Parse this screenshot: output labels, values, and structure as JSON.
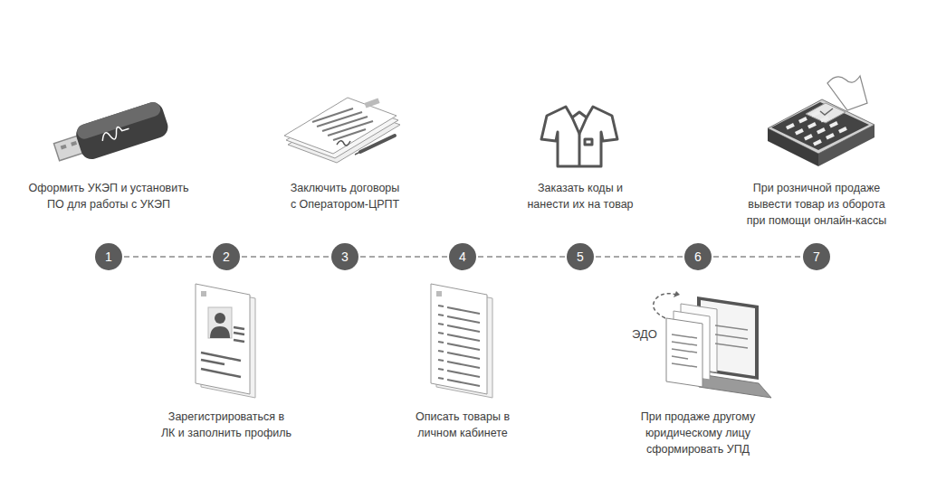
{
  "diagram": {
    "nodes": [
      {
        "text": [
          "1"
        ]
      },
      {
        "text": [
          "2"
        ]
      },
      {
        "text": [
          "3"
        ]
      },
      {
        "text": [
          "4"
        ]
      },
      {
        "text": [
          "5"
        ]
      },
      {
        "text": [
          "6"
        ]
      },
      {
        "text": [
          "7"
        ]
      }
    ],
    "edges": [
      {
        "from": 0,
        "to": 1,
        "arrow": "none"
      },
      {
        "from": 1,
        "to": 2,
        "arrow": "none"
      },
      {
        "from": 2,
        "to": 3,
        "arrow": "none"
      },
      {
        "from": 3,
        "to": 4,
        "arrow": "none"
      },
      {
        "from": 4,
        "to": 5,
        "arrow": "none"
      },
      {
        "from": 5,
        "to": 6,
        "arrow": "none"
      }
    ],
    "labels": [
      "Оформить УКЭП и установить ПО для работы с УКЭП",
      "Заключить договоры с Оператором-ЦРПТ",
      "Заказать коды и нанести их на товар",
      "При розничной продаже вывести товар из оборота при помощи онлайн-кассы",
      "Зарегистрироваться в ЛК и заполнить профиль",
      "Описать товары в личном кабинете",
      "При продаже другому юридическому лицу сформировать УПД",
      "ЭДО"
    ]
  }
}
